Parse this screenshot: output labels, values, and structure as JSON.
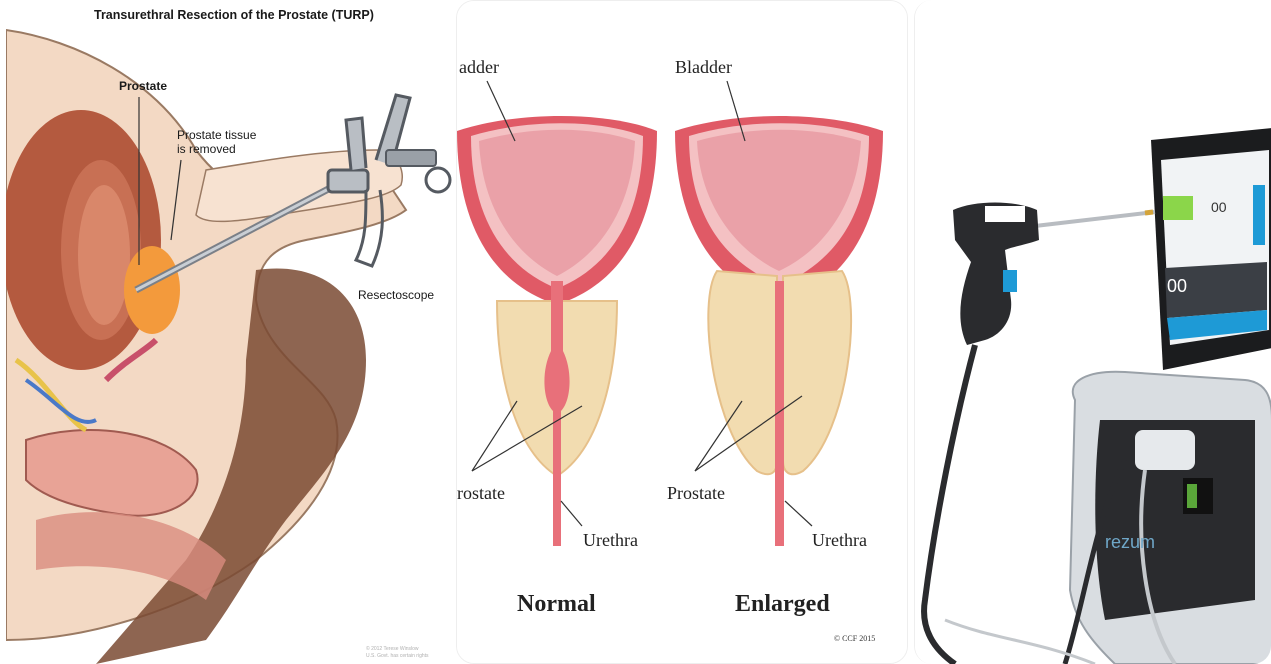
{
  "panels": {
    "turp": {
      "title": "Transurethral Resection of the Prostate (TURP)",
      "labels": {
        "prostate": "Prostate",
        "tissue_line1": "Prostate tissue",
        "tissue_line2": "is removed",
        "resectoscope": "Resectoscope"
      },
      "watermark_line1": "© 2012 Terese Winslow",
      "watermark_line2": "U.S. Govt. has certain rights"
    },
    "comparison": {
      "left": {
        "bladder": "adder",
        "prostate": "rostate",
        "urethra": "Urethra",
        "caption": "Normal"
      },
      "right": {
        "bladder": "Bladder",
        "prostate": "Prostate",
        "urethra": "Urethra",
        "caption": "Enlarged"
      },
      "copyright": "© CCF 2015"
    },
    "device": {
      "brand": "rezum",
      "screen_readout_top": "00",
      "screen_readout_left": "00"
    }
  },
  "colors": {
    "flesh": "#f3d9c4",
    "bladder_wall": "#e8646e",
    "bladder_inner": "#f0a8ad",
    "prostate_normal": "#f2dcb0",
    "prostate_orange": "#f39a3c",
    "urethra": "#e8707a",
    "device_dark": "#2a2b2e",
    "device_silver": "#d9dde1",
    "screen_green": "#8bd64a",
    "screen_blue": "#1e9ad6"
  }
}
